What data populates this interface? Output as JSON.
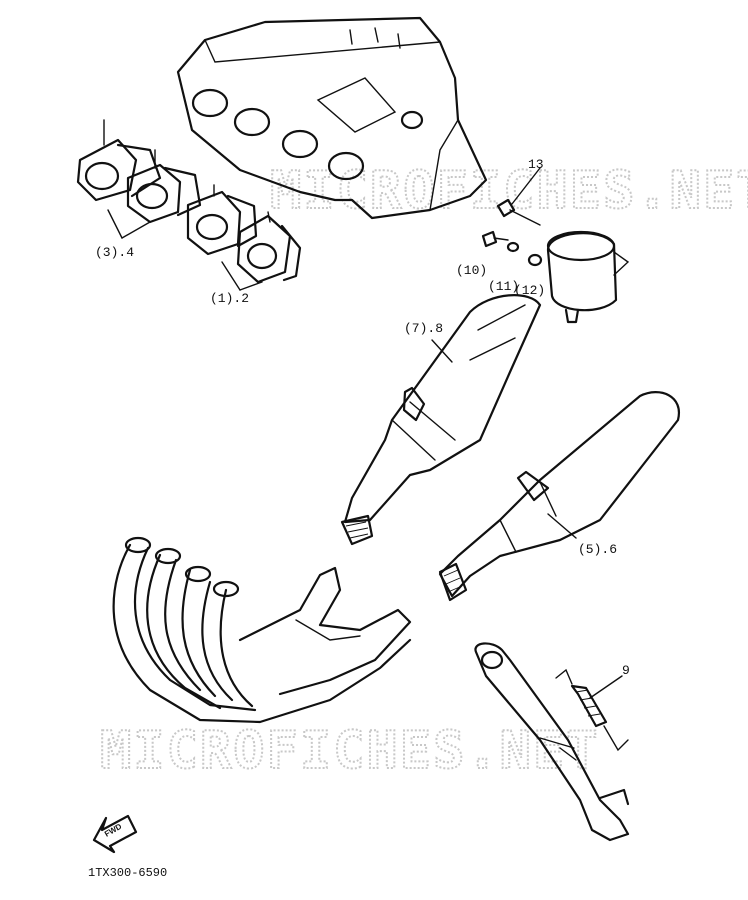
{
  "watermark": "MICROFICHES.NET",
  "diagram_code": "1TX300-6590",
  "fwd_label": "FWD",
  "callouts": {
    "carb_joint_rear": "(3).4",
    "carb_joint_front": "(1).2",
    "bolt_13": "13",
    "bolt_10": "(10)",
    "washer_11": "(11)",
    "washer_12": "(12)",
    "muffler_left": "(7).8",
    "muffler_right": "(5).6",
    "spring_9": "9"
  }
}
